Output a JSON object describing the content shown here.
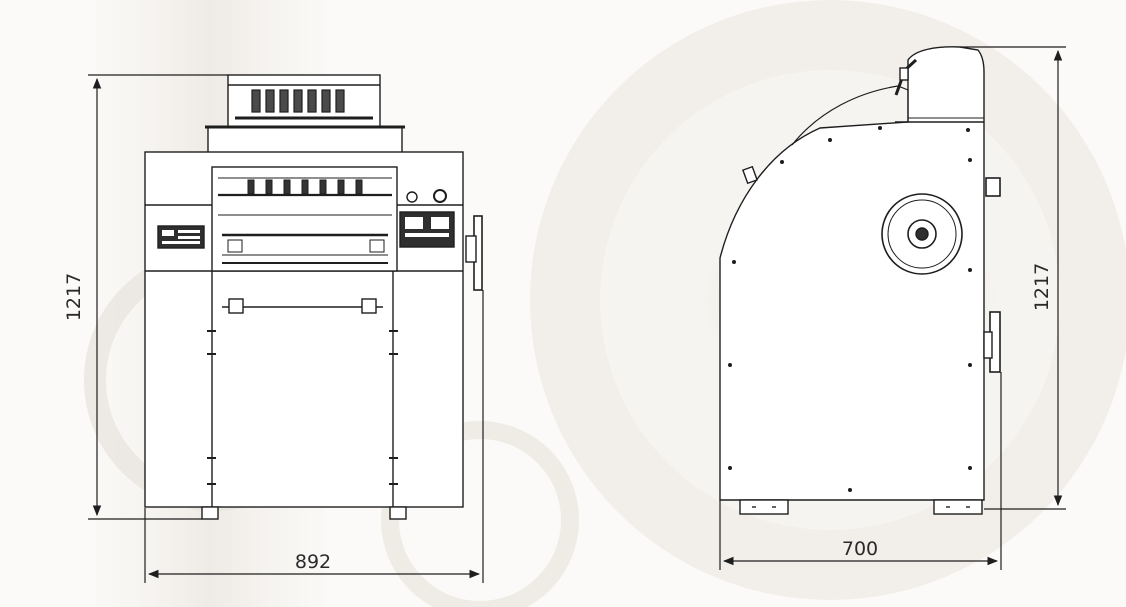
{
  "front_view": {
    "height_label": "1217",
    "width_label": "892"
  },
  "side_view": {
    "height_label": "1217",
    "depth_label": "700"
  },
  "colors": {
    "background": "#fbfaf8",
    "line": "#1e1e1e",
    "watermark": "#e6e1d9"
  }
}
